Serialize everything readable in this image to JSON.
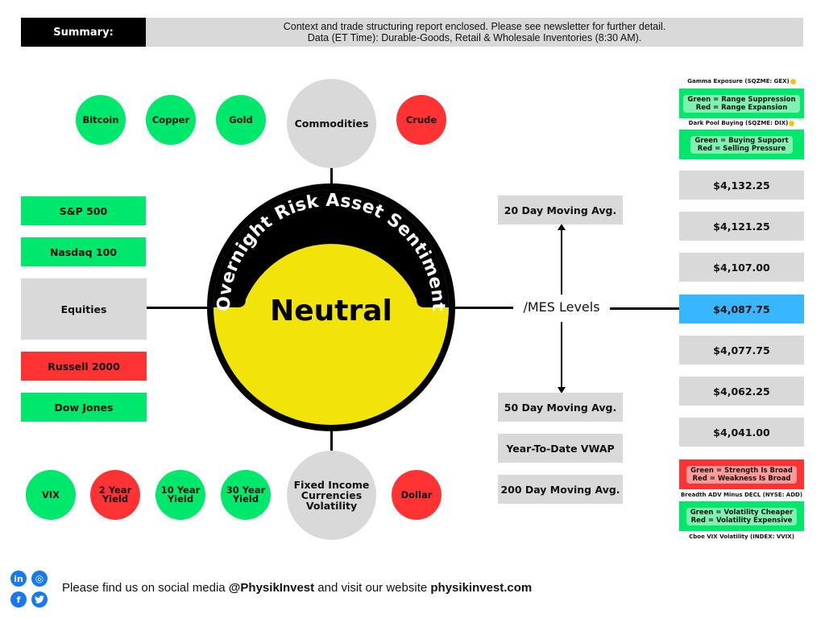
{
  "header": {
    "summary_label": "Summary:",
    "summary_line1": "Context and trade structuring report enclosed. Please see newsletter for further detail.",
    "summary_line2": "Data (ET Time): Durable-Goods, Retail & Wholesale Inventories (8:30 AM)."
  },
  "colors": {
    "bullish": "#00e86b",
    "bearish": "#ff3333",
    "neutral_category": "#d9d9d9",
    "sentiment_neutral": "#f2e40a",
    "current_level": "#38b6ff",
    "social_blue": "#1877f2"
  },
  "sentiment": {
    "arc_title": "Overnight Risk Asset Sentiment",
    "value": "Neutral"
  },
  "commodities": {
    "category": "Commodities",
    "items": [
      {
        "label": "Bitcoin",
        "status": "green"
      },
      {
        "label": "Copper",
        "status": "green"
      },
      {
        "label": "Gold",
        "status": "green"
      },
      {
        "label": "Crude",
        "status": "red"
      }
    ]
  },
  "equities": {
    "category": "Equities",
    "items": [
      {
        "label": "S&P 500",
        "status": "green"
      },
      {
        "label": "Nasdaq 100",
        "status": "green"
      },
      {
        "label": "Russell 2000",
        "status": "red"
      },
      {
        "label": "Dow Jones",
        "status": "green"
      }
    ]
  },
  "fixed_income": {
    "category_line1": "Fixed Income",
    "category_line2": "Currencies",
    "category_line3": "Volatility",
    "items": [
      {
        "label_line1": "VIX",
        "label_line2": "",
        "status": "green"
      },
      {
        "label_line1": "2 Year",
        "label_line2": "Yield",
        "status": "red"
      },
      {
        "label_line1": "10 Year",
        "label_line2": "Yield",
        "status": "green"
      },
      {
        "label_line1": "30 Year",
        "label_line2": "Yield",
        "status": "green"
      },
      {
        "label_line1": "Dollar",
        "label_line2": "",
        "status": "red"
      }
    ]
  },
  "mes": {
    "label": "/MES Levels",
    "above": [
      "20 Day Moving Avg."
    ],
    "below": [
      "50 Day Moving Avg.",
      "Year-To-Date VWAP",
      "200 Day Moving Avg."
    ],
    "levels": [
      {
        "value": "$4,132.25",
        "current": false
      },
      {
        "value": "$4,121.25",
        "current": false
      },
      {
        "value": "$4,107.00",
        "current": false
      },
      {
        "value": "$4,087.75",
        "current": true
      },
      {
        "value": "$4,077.75",
        "current": false
      },
      {
        "value": "$4,062.25",
        "current": false
      },
      {
        "value": "$4,041.00",
        "current": false
      }
    ]
  },
  "indicators": {
    "gex": {
      "title": "Gamma Exposure (SQZME: GEX)",
      "line1": "Green = Range Suppression",
      "line2": "Red = Range Expansion",
      "status": "green"
    },
    "dix": {
      "title": "Dark Pool Buying (SQZME: DIX)",
      "line1": "Green = Buying Support",
      "line2": "Red = Selling Pressure",
      "status": "green"
    },
    "add": {
      "title": "Breadth ADV Minus DECL (NYSE: ADD)",
      "line1": "Green = Strength Is Broad",
      "line2": "Red = Weakness Is Broad",
      "status": "red"
    },
    "vvix": {
      "title": "Cboe VIX Volatility (INDEX: VVIX)",
      "line1": "Green = Volatility Cheaper",
      "line2": "Red = Volatility Expensive",
      "status": "green"
    }
  },
  "footer": {
    "text_pre": "Please find us on social media ",
    "handle": "@PhysikInvest",
    "text_mid": " and visit our website ",
    "website": "physikinvest.com",
    "icons": {
      "linkedin": "in",
      "instagram": "◎",
      "facebook": "f",
      "twitter": "🐦"
    }
  }
}
